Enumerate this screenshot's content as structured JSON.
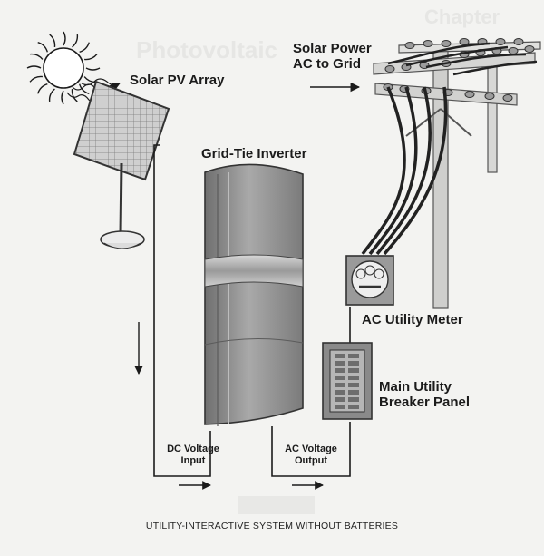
{
  "background_text": {
    "chapter": "Chapter",
    "title": "Photovoltaic"
  },
  "labels": {
    "solar_pv_array": "Solar PV Array",
    "solar_power_line1": "Solar Power",
    "solar_power_line2": "AC to Grid",
    "grid_tie_inverter": "Grid-Tie Inverter",
    "ac_utility_meter": "AC Utility Meter",
    "breaker_panel_line1": "Main Utility",
    "breaker_panel_line2": "Breaker Panel",
    "dc_voltage_line1": "DC Voltage",
    "dc_voltage_line2": "Input",
    "ac_voltage_line1": "AC Voltage",
    "ac_voltage_line2": "Output"
  },
  "caption": "UTILITY-INTERACTIVE SYSTEM WITHOUT BATTERIES",
  "colors": {
    "line": "#1b1b1b",
    "equipment": "#8e8e8e",
    "pole": "#c9c9c7"
  },
  "icons": [
    "sun-icon",
    "solar-panel-icon",
    "inverter-icon",
    "meter-icon",
    "breaker-panel-icon",
    "utility-pole-icon"
  ]
}
